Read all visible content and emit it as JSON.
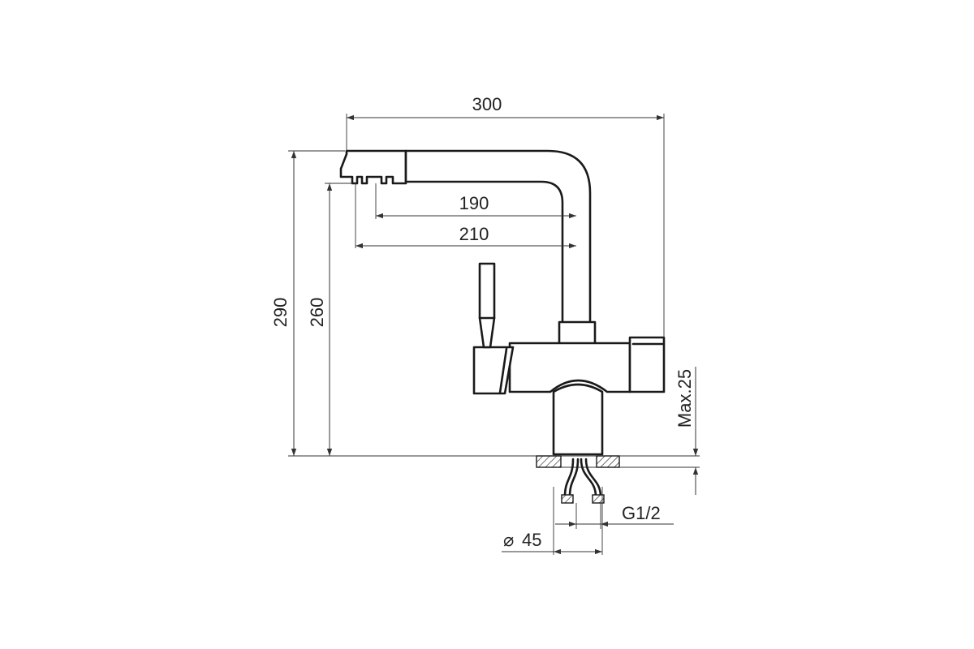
{
  "diagram": {
    "dimensions": {
      "total_width": "300",
      "spout_reach_inner": "190",
      "spout_reach_outer": "210",
      "total_height": "290",
      "spout_height": "260",
      "max_countertop": "Max.25",
      "thread": "G1/2",
      "base_diameter": "45",
      "diameter_symbol": "⌀"
    },
    "colors": {
      "line": "#1a1a1a",
      "dimension": "#333333",
      "background": "#ffffff"
    }
  }
}
